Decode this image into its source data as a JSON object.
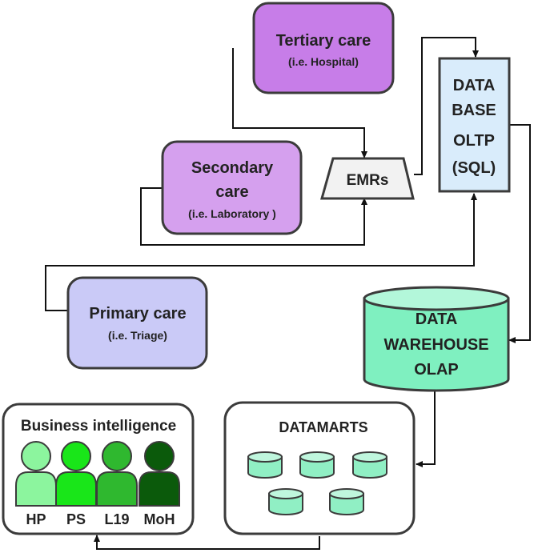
{
  "nodes": {
    "tertiary": {
      "title": "Tertiary care",
      "subtitle": "(i.e. Hospital)",
      "color": "#c77de8"
    },
    "secondary": {
      "title_line1": "Secondary",
      "title_line2": "care",
      "subtitle": "(i.e. Laboratory )",
      "color": "#d5a0ee"
    },
    "primary": {
      "title": "Primary care",
      "subtitle": "(i.e. Triage)",
      "color": "#cacaf7"
    },
    "emrs": {
      "label": "EMRs",
      "color": "#f2f2f2"
    },
    "database": {
      "line1": "DATA",
      "line2": "BASE",
      "line3": "OLTP",
      "line4": "(SQL)",
      "color": "#d9ecfb"
    },
    "warehouse": {
      "line1": "DATA",
      "line2": "WAREHOUSE",
      "line3": "OLAP",
      "color": "#7ff0c0"
    },
    "datamarts": {
      "title": "DATAMARTS",
      "cylinder_color": "#90efc4"
    },
    "bi": {
      "title": "Business intelligence",
      "people": [
        {
          "label": "HP",
          "color": "#8cf59e"
        },
        {
          "label": "PS",
          "color": "#19e619"
        },
        {
          "label": "L19",
          "color": "#2fb82f"
        },
        {
          "label": "MoH",
          "color": "#0b5a0b"
        }
      ]
    }
  }
}
